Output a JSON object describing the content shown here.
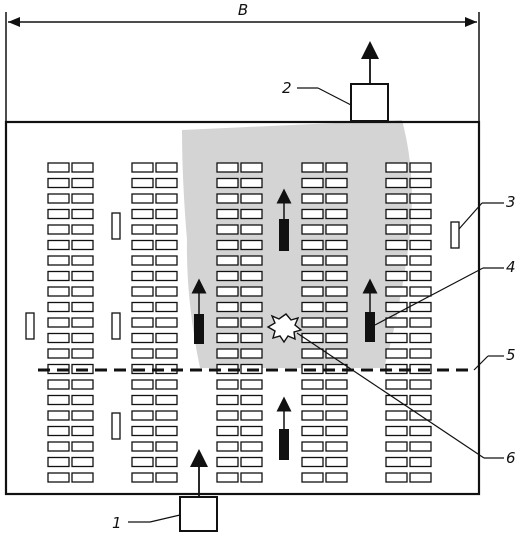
{
  "dimension": {
    "label": "B"
  },
  "callouts": [
    {
      "id": "1",
      "label": "1"
    },
    {
      "id": "2",
      "label": "2"
    },
    {
      "id": "3",
      "label": "3"
    },
    {
      "id": "4",
      "label": "4"
    },
    {
      "id": "5",
      "label": "5"
    },
    {
      "id": "6",
      "label": "6"
    }
  ],
  "rack_columns": 5,
  "rows_per_column": 21,
  "blocks_per_row": 2,
  "colors": {
    "ink": "#111111",
    "zone": "#d4d4d4",
    "dashed": "#111111"
  }
}
